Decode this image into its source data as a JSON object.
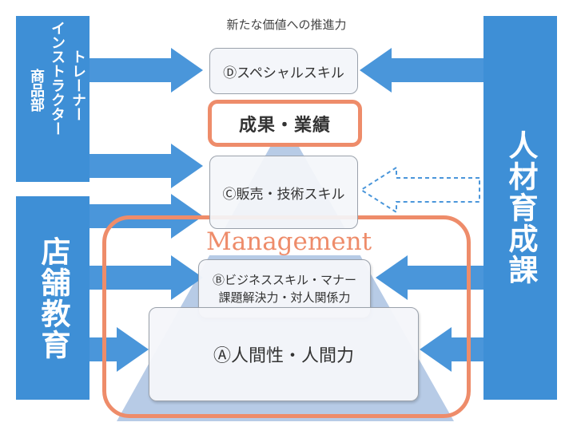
{
  "header": {
    "text": "新たな価値への推進力"
  },
  "left_top_panel": {
    "column_1": "トレーナー",
    "column_2": "インストラクター",
    "column_3": "商品部"
  },
  "left_bottom_panel": {
    "text": "店舗教育"
  },
  "right_panel": {
    "text": "人材育成課"
  },
  "tiers": {
    "d": "Ⓓスペシャルスキル",
    "result": "成果・業績",
    "c": "Ⓒ販売・技術スキル",
    "management": "Management",
    "b_line1": "Ⓑビジネススキル・マナー",
    "b_line2": "課題解決力・対人関係力",
    "a": "Ⓐ人間性・人間力"
  },
  "colors": {
    "panel_blue": "#3e8fd6",
    "arrow_blue": "#4a96da",
    "pyramid_blue": "#b7cbe6",
    "accent_orange": "#ee8c6a",
    "dashed_arrow_blue": "#4a96da"
  }
}
